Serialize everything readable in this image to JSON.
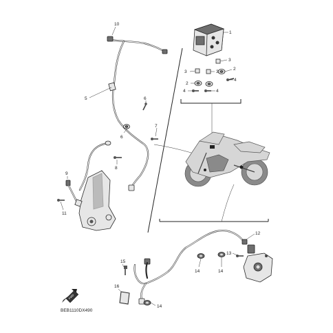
{
  "diagram_code": "BEB1110DX490",
  "callouts": {
    "c1": "1",
    "c2a": "2",
    "c2b": "2",
    "c3a": "3",
    "c3b": "3",
    "c3c": "3",
    "c4a": "4",
    "c4b": "4",
    "c4c": "4",
    "c5": "5",
    "c6": "6",
    "c7": "7",
    "c8": "8",
    "c9": "9",
    "c10": "10",
    "c11": "11",
    "c12": "12",
    "c13": "13",
    "c14a": "14",
    "c14b": "14",
    "c14c": "14",
    "c15": "15",
    "c16": "16"
  },
  "icons": {
    "front": "front-arrow-icon"
  }
}
